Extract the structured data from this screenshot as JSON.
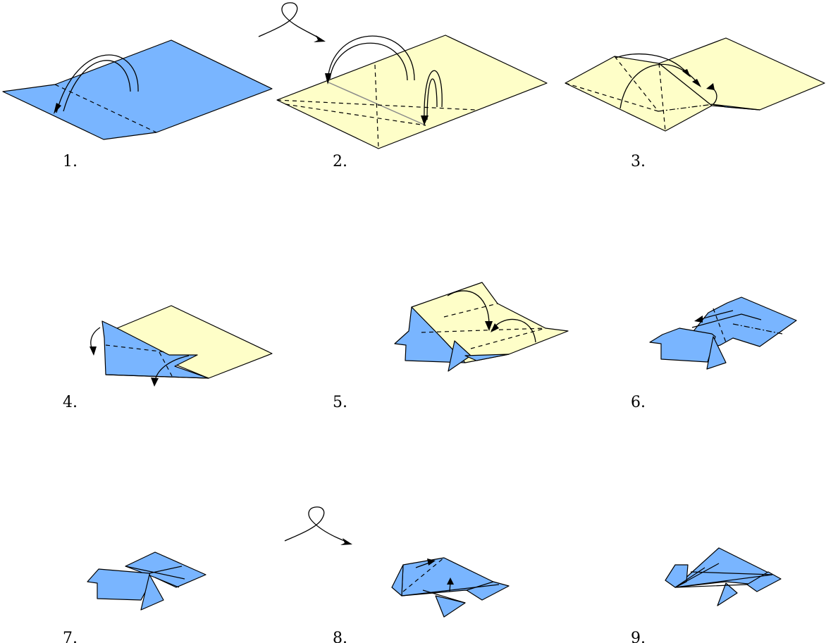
{
  "steps": [
    {
      "label": "1."
    },
    {
      "label": "2."
    },
    {
      "label": "3."
    },
    {
      "label": "4."
    },
    {
      "label": "5."
    },
    {
      "label": "6."
    },
    {
      "label": "7."
    },
    {
      "label": "8."
    },
    {
      "label": "9."
    }
  ],
  "colors": {
    "paper_front": "#79b5ff",
    "paper_back": "#fefec8",
    "ink": "#000000"
  },
  "icons": [
    "fold-over-arrow-icon",
    "turn-over-icon"
  ]
}
